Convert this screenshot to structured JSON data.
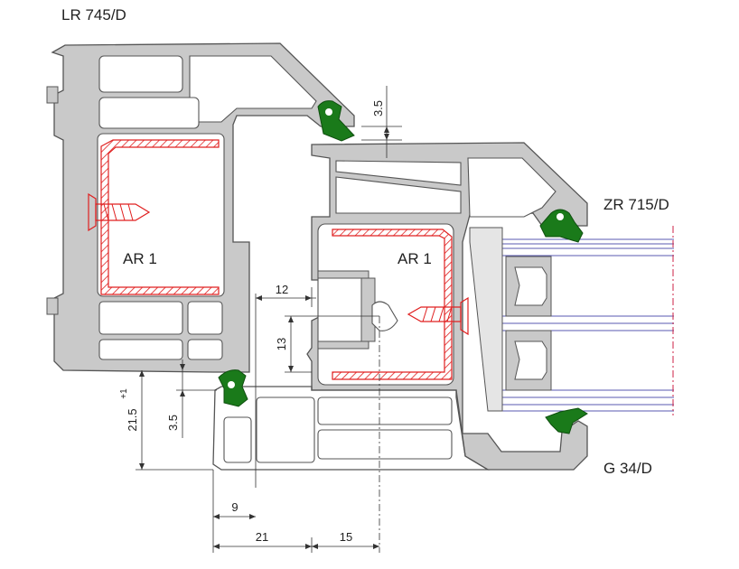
{
  "labels": {
    "frame": "LR 745/D",
    "sash": "ZR 715/D",
    "bead": "G 34/D",
    "reinforcement_left": "AR 1",
    "reinforcement_right": "AR 1"
  },
  "dimensions": {
    "d_3_5_top": "3.5",
    "d_12": "12",
    "d_13": "13",
    "d_21_5": "21.5",
    "d_21_5_sup": "+1",
    "d_3_5_bottom": "3.5",
    "d_9": "9",
    "d_21": "21",
    "d_15": "15"
  },
  "colors": {
    "profile_fill": "#c9c9c9",
    "profile_stroke": "#555555",
    "gasket": "#1a7a1a",
    "reinforcement": "#e02020",
    "glass_line": "#5a5ab0",
    "centerline": "#cc2244"
  }
}
